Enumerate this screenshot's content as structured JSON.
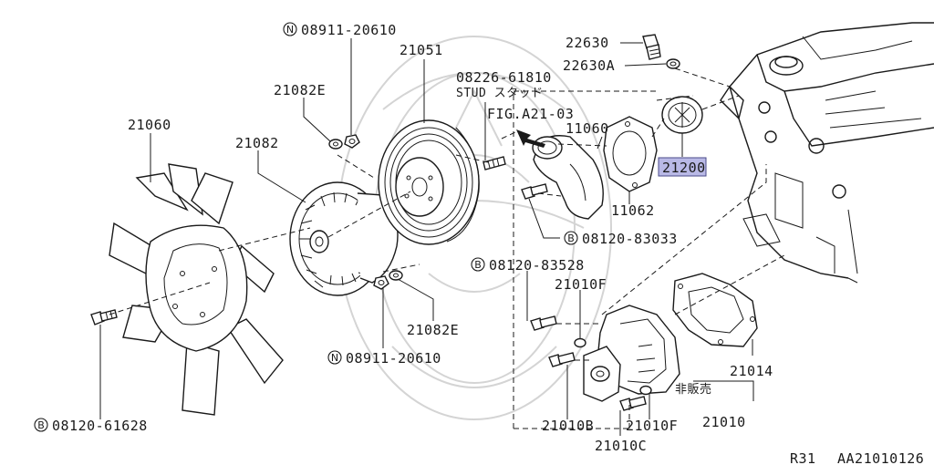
{
  "labels": {
    "n_08911_20610_top": "08911-20610",
    "p_21051": "21051",
    "p_21082E_top": "21082E",
    "p_08226_61810": "08226-61810",
    "stud_text": "STUD スタッド",
    "p_22630": "22630",
    "p_22630A": "22630A",
    "p_21060": "21060",
    "p_21082": "21082",
    "fig_ref": "FIG.A21-03",
    "p_11060": "11060",
    "p_21200": "21200",
    "p_11062": "11062",
    "b_08120_83033": "08120-83033",
    "b_08120_83528": "08120-83528",
    "p_21010F_top": "21010F",
    "p_21082E_bottom": "21082E",
    "n_08911_20610_bottom": "08911-20610",
    "p_21014": "21014",
    "not_for_sale": "非販売",
    "b_08120_61628": "08120-61628",
    "p_21010B": "21010B",
    "p_21010F_bottom": "21010F",
    "p_21010": "21010",
    "p_21010C": "21010C",
    "footer_page": "R31",
    "footer_code": "AA21010126"
  },
  "prefix": {
    "n": "N",
    "b": "B"
  },
  "highlight_color": "#b9b9e6",
  "icons": [
    "arrow-icon"
  ]
}
